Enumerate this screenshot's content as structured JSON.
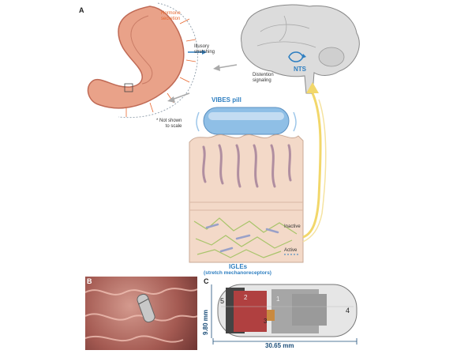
{
  "panels": {
    "a": "A",
    "b": "B",
    "c": "C"
  },
  "panel_a": {
    "hormone_secretion": "Hormone\nsecretion",
    "illusory_stretching": "Illusory\nstretching",
    "distention_signaling": "Distention\nsignaling",
    "nts": "NTS",
    "vibes_pill": "VIBES pill",
    "not_to_scale": "* Not shown\nto scale",
    "inactive": "Inactive",
    "active": "Active",
    "igles": "IGLEs",
    "igles_sub": "(stretch mechanoreceptors)"
  },
  "panel_c": {
    "parts": [
      "1",
      "2",
      "3",
      "4",
      "5"
    ],
    "width_dim": "30.65 mm",
    "height_dim": "9.80 mm"
  },
  "colors": {
    "stomach": "#e9a289",
    "tissue": "#f3d9c8",
    "nerve": "#f2d76a",
    "pill": "#7fb3df",
    "brain": "#d9d9d9",
    "blue_label": "#2f7fc1",
    "orange_label": "#e8672f"
  }
}
